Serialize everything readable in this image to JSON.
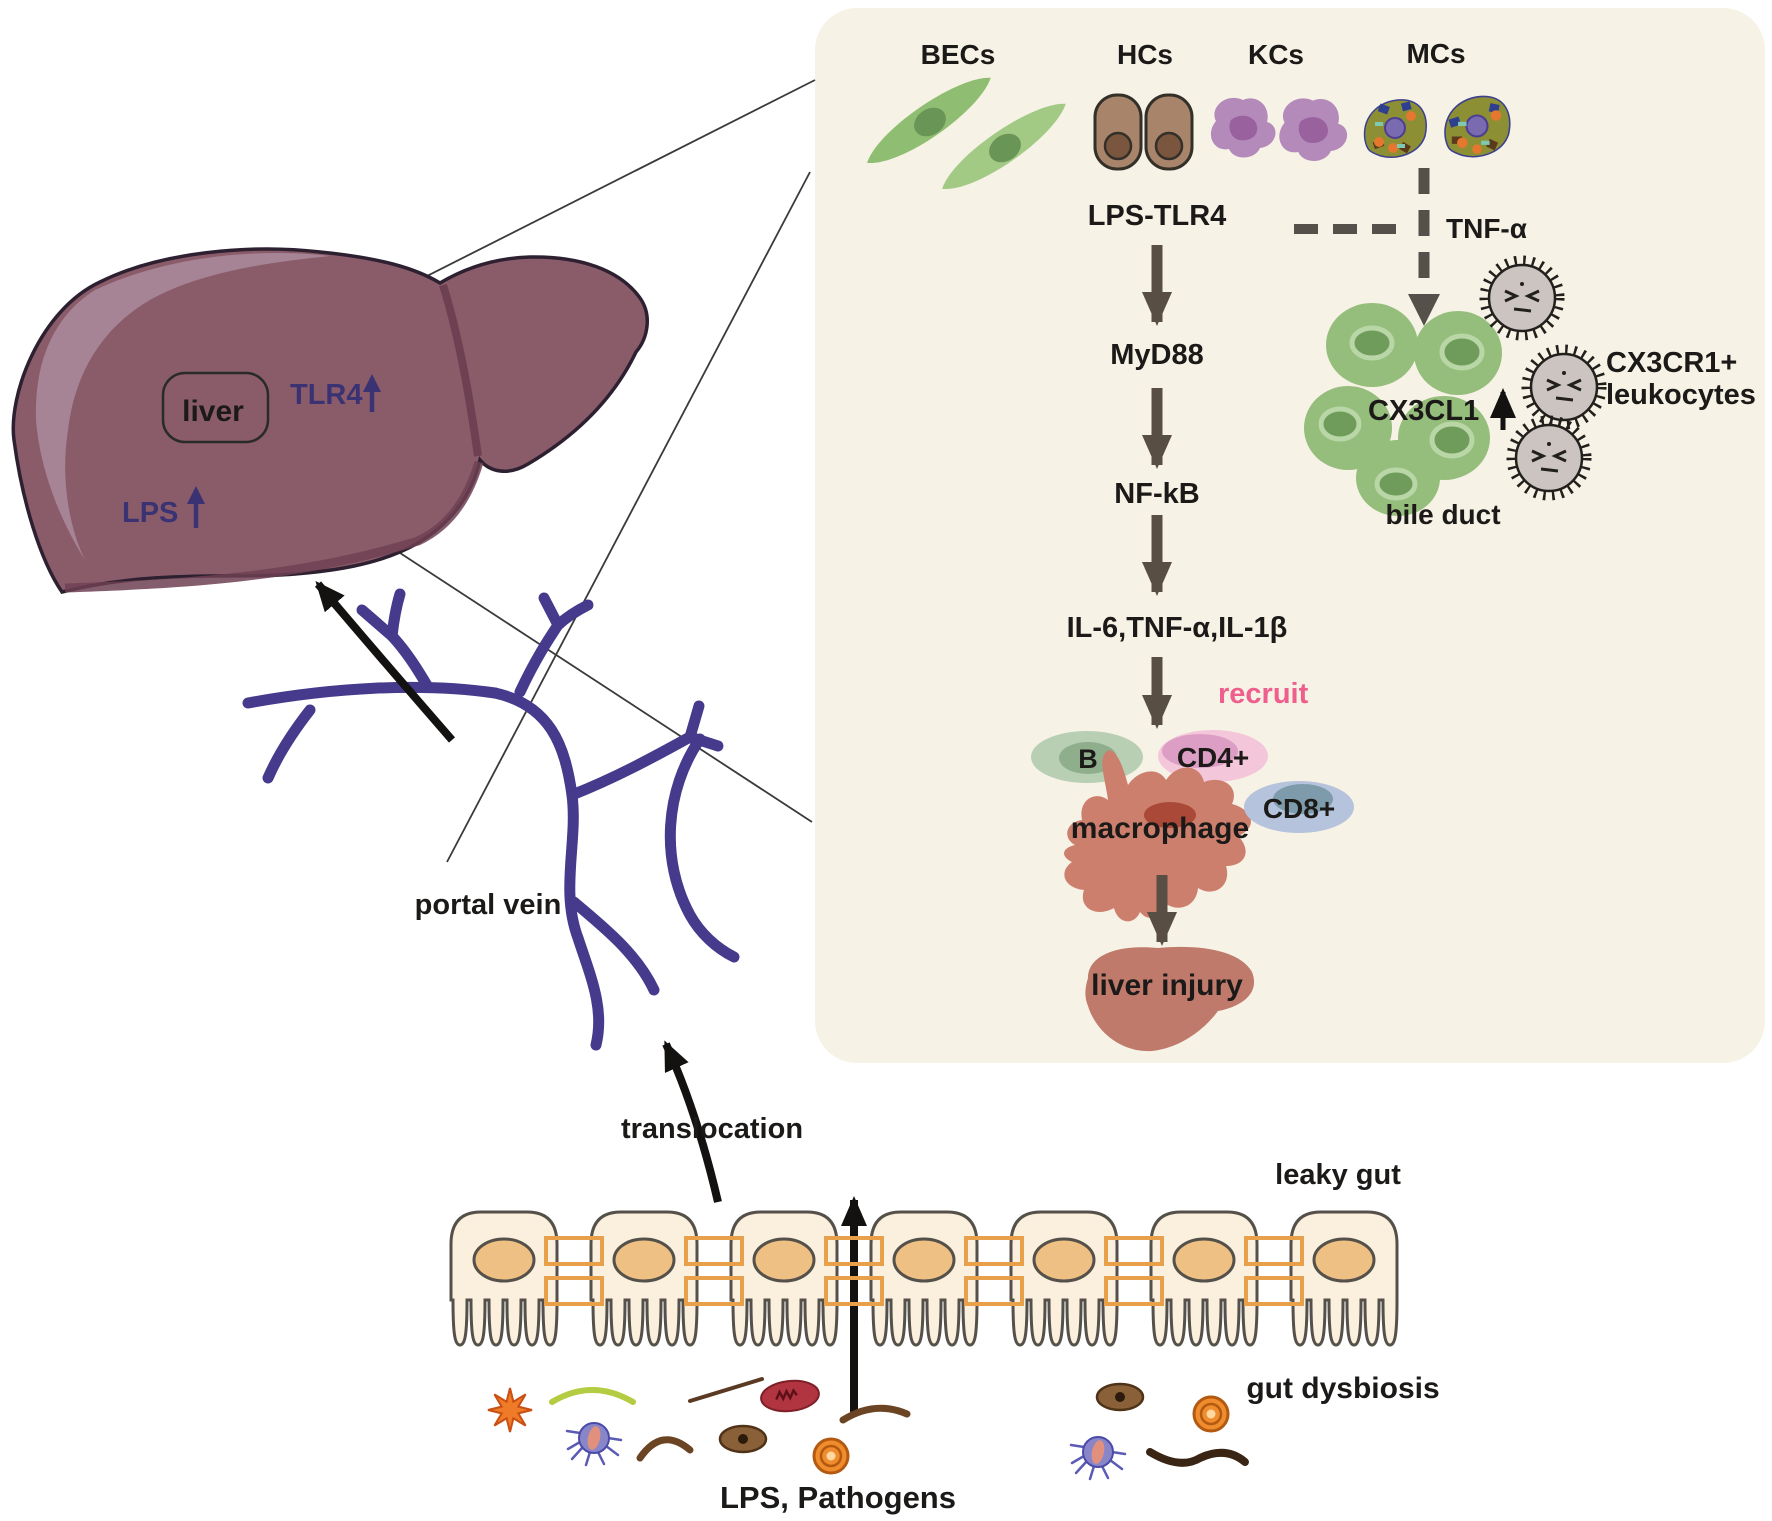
{
  "figure": {
    "liver": {
      "label": "liver",
      "tlr4": "TLR4",
      "lps": "LPS"
    },
    "portal_vein_label": "portal vein",
    "translocation_label": "translocation",
    "gut": {
      "leaky_gut": "leaky gut",
      "gut_dysbiosis": "gut dysbiosis",
      "lps_pathogens": "LPS, Pathogens"
    },
    "panel": {
      "cell_types": [
        {
          "label": "BECs"
        },
        {
          "label": "HCs"
        },
        {
          "label": "KCs"
        },
        {
          "label": "MCs"
        }
      ],
      "pathway": {
        "lps_tlr4": "LPS-TLR4",
        "tnf_alpha": "TNF-α",
        "myd88": "MyD88",
        "nfkb": "NF-kB",
        "cytokines": "IL-6,TNF-α,IL-1β",
        "recruit": "recruit"
      },
      "immune_cells": {
        "b": "B",
        "cd4": "CD4+",
        "cd8": "CD8+",
        "macrophage": "macrophage"
      },
      "outcome": "liver injury",
      "bile": {
        "cx3cl1": "CX3CL1",
        "cx3cr1_line1": "CX3CR1+",
        "cx3cr1_line2": "leukocytes",
        "bile_duct": "bile duct"
      }
    },
    "colors": {
      "panel_bg": "#f6f2e5",
      "liver_main": "#8a5c6a",
      "liver_highlight": "#a9889a",
      "portal_vein": "#453a8c",
      "pathway_arrow": "#584e44",
      "recruit_pink": "#ee5f8e",
      "annotation_navy": "#3b3273",
      "junction_orange": "#e9a04b",
      "bile_green": "#95bd7c",
      "leukocyte_gray": "#ccc4c1",
      "macrophage_salmon": "#cd7f6d",
      "epithelium_fill": "#faf0dd"
    }
  }
}
